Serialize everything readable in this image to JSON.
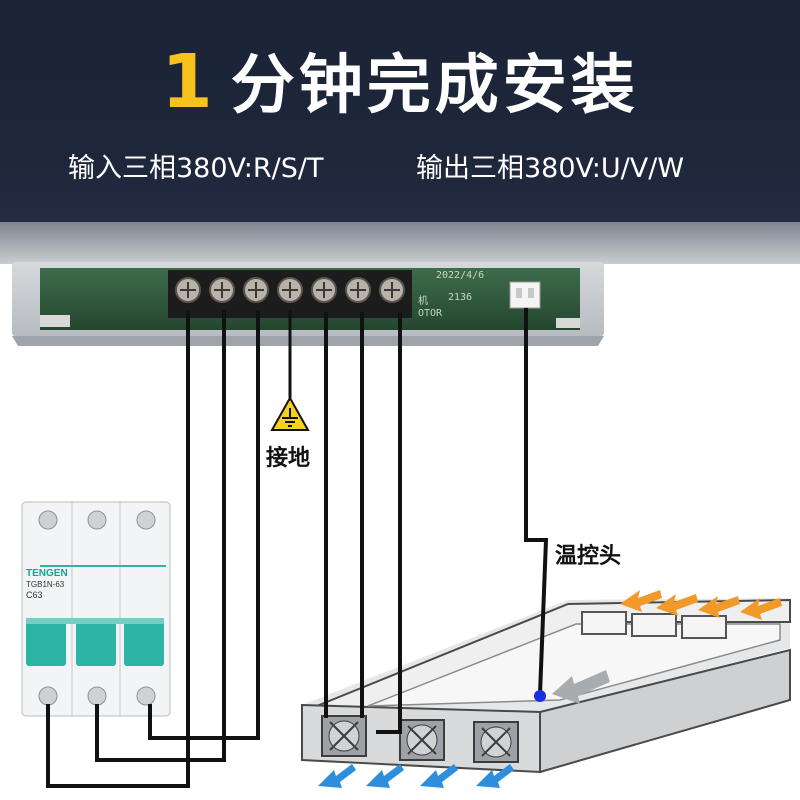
{
  "banner": {
    "title_number": "1",
    "title_text": "分钟完成安装",
    "input_label": "输入三相380V:R/S/T",
    "output_label": "输出三相380V:U/V/W"
  },
  "labels": {
    "ground": "接地",
    "sensor": "温控头"
  },
  "pcb": {
    "date": "2022/4/6",
    "text_1": "机",
    "text_2": "2136",
    "text_3": "OTOR"
  },
  "breaker": {
    "brand": "TENGEN",
    "model": "TGB1N-63",
    "rating": "C63"
  },
  "colors": {
    "banner_bg": "#1d2538",
    "title_accent": "#f7c21c",
    "pcb_green": "#2f5a3e",
    "breaker_teal": "#2bb3a3",
    "warm_arrow": "#f19a2a",
    "cool_arrow": "#2d8fdb",
    "sensor_dot": "#1a2fe0"
  },
  "icons": [
    "ground-warning-icon",
    "temperature-sensor-dot-icon",
    "airflow-arrow-icon",
    "fan-icon",
    "terminal-screw-icon"
  ]
}
